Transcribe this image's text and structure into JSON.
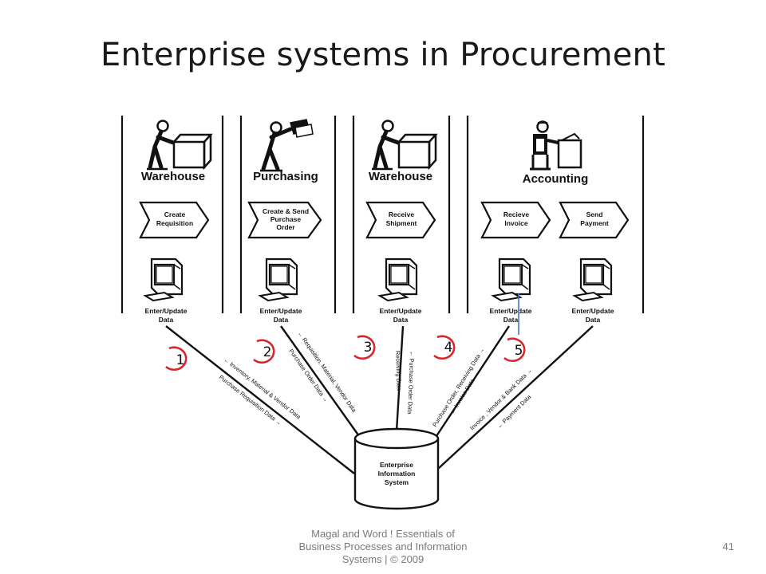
{
  "slide": {
    "title": "Enterprise systems in Procurement",
    "footer_lines": [
      "Magal and Word ! Essentials of",
      "Business Processes and Information",
      "Systems | © 2009"
    ],
    "page_number": "41"
  },
  "diagram": {
    "departments": [
      "Warehouse",
      "Purchasing",
      "Warehouse",
      "Accounting"
    ],
    "steps": [
      [
        "Create",
        "Requisition"
      ],
      [
        "Create & Send",
        "Purchase",
        "Order"
      ],
      [
        "Receive",
        "Shipment"
      ],
      [
        "Recieve",
        "Invoice"
      ],
      [
        "Send",
        "Payment"
      ]
    ],
    "enter_update": [
      "Enter/Update",
      "Data"
    ],
    "numbers": [
      "1",
      "2",
      "3",
      "4",
      "5"
    ],
    "flows": [
      "← Inventory, Material & Vendor Data",
      "Purchase Requisition Data →",
      "← Requisition, Material, Vendor Data",
      "Purchase Order Data →",
      "← Purchase Order Data",
      "Receiving Data →",
      "Purchase Order, Receiving Data →",
      "← Invoice Data",
      "Invoice , Vendor & Bank Data →",
      "← Payment Data"
    ],
    "database": [
      "Enterprise",
      "Information",
      "System"
    ],
    "colors": {
      "line": "#111111",
      "circle": "#d9262c",
      "connector": "#4a6fd0"
    },
    "icons": [
      "person-box-icon",
      "person-papers-icon",
      "person-box-icon",
      "person-desk-icon",
      "computer-icon",
      "database-cylinder-icon"
    ]
  }
}
